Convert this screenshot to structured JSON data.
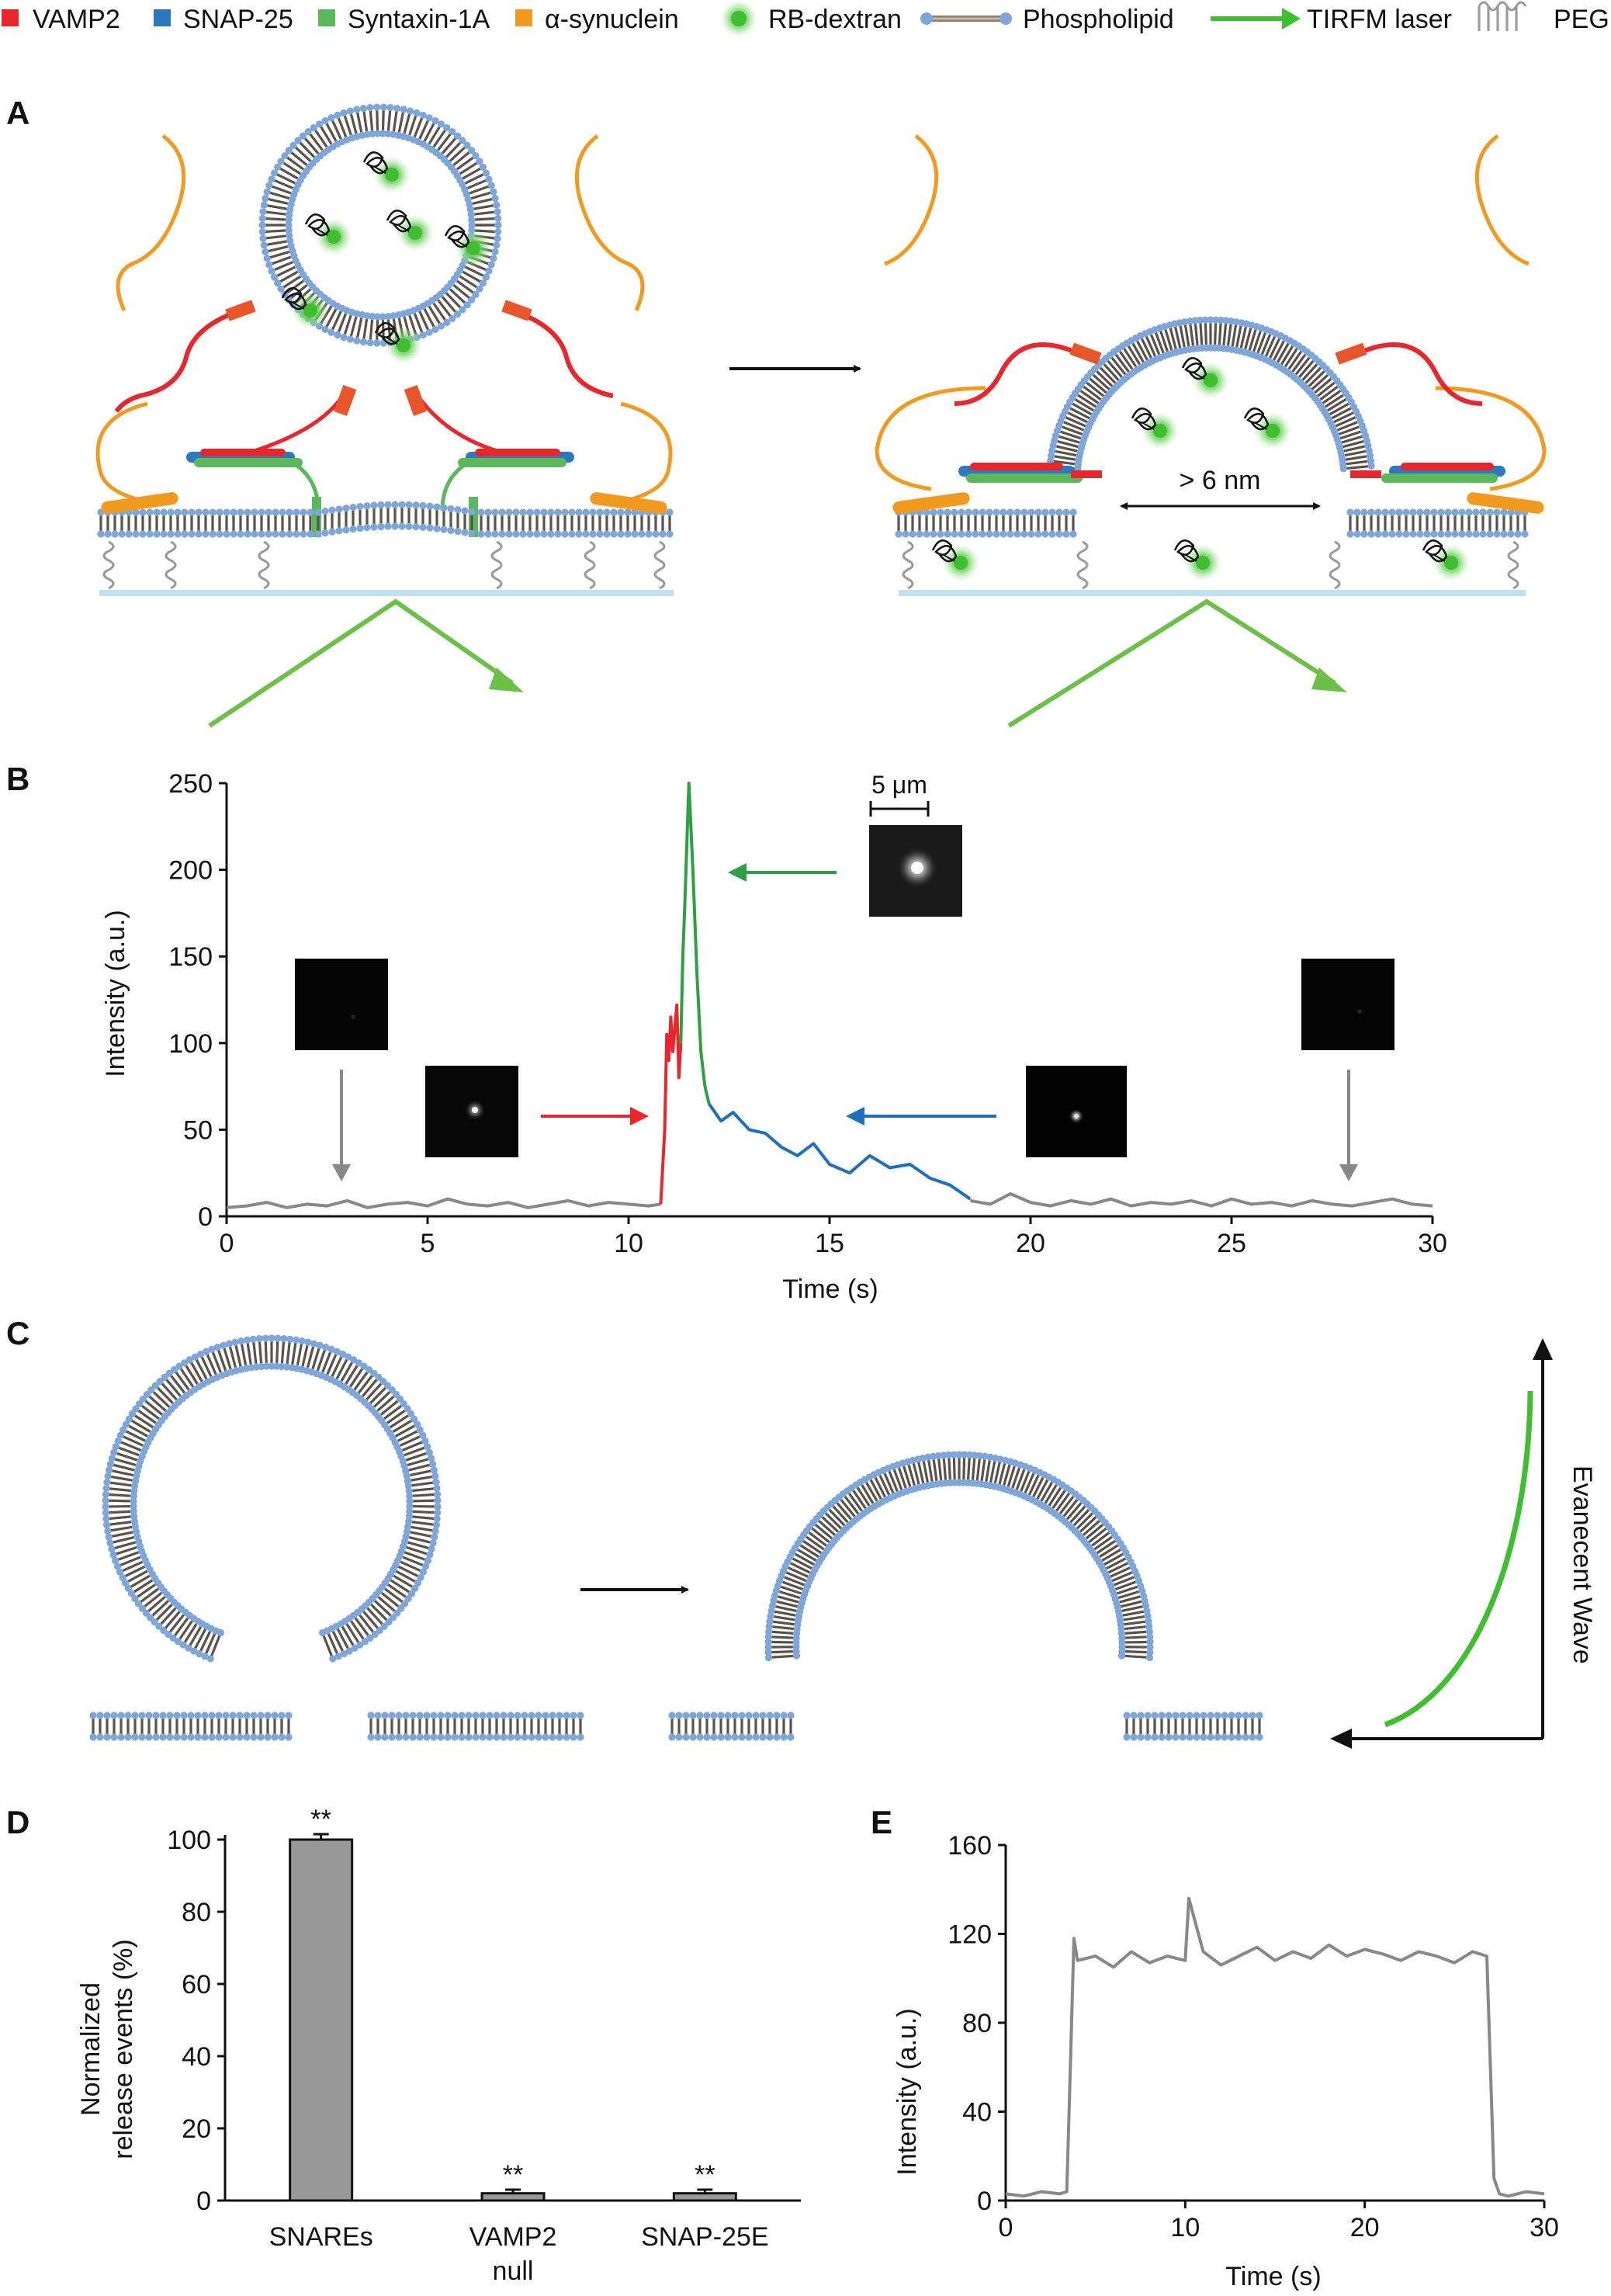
{
  "legend": {
    "items": [
      {
        "label": "VAMP2",
        "color": "#e8262b",
        "icon": "square"
      },
      {
        "label": "SNAP-25",
        "color": "#2f77bf",
        "icon": "square"
      },
      {
        "label": "Syntaxin-1A",
        "color": "#5cb85c",
        "icon": "square"
      },
      {
        "label": "α-synuclein",
        "color": "#f29a1f",
        "icon": "square"
      },
      {
        "label": "RB-dextran",
        "color": "#4cbf3a",
        "icon": "glow-dot"
      },
      {
        "label": "Phospholipid",
        "color": "#7fa6d8",
        "icon": "lipid"
      },
      {
        "label": "TIRFM laser",
        "color": "#4cbf3a",
        "icon": "arrow"
      },
      {
        "label": "PEG",
        "color": "#888888",
        "icon": "coil"
      }
    ]
  },
  "panels": {
    "A": {
      "label": "A",
      "pore_annotation": "> 6 nm"
    },
    "B": {
      "label": "B",
      "scale_bar": "5 μm",
      "chart_data": {
        "type": "line",
        "xlabel": "Time (s)",
        "ylabel": "Intensity (a.u.)",
        "xlim": [
          0,
          30
        ],
        "ylim": [
          0,
          250
        ],
        "xticks": [
          0,
          5,
          10,
          15,
          20,
          25,
          30
        ],
        "yticks": [
          0,
          50,
          100,
          150,
          200,
          250
        ],
        "series": [
          {
            "segment": "baseline-before",
            "color": "#888888",
            "x": [
              0,
              0.5,
              1,
              1.5,
              2,
              2.5,
              3,
              3.5,
              4,
              4.5,
              5,
              5.5,
              6,
              6.5,
              7,
              7.5,
              8,
              8.5,
              9,
              9.5,
              10,
              10.5,
              10.8
            ],
            "y": [
              5,
              6,
              8,
              5,
              7,
              6,
              9,
              5,
              7,
              8,
              6,
              10,
              7,
              6,
              8,
              5,
              7,
              9,
              6,
              8,
              7,
              6,
              7
            ]
          },
          {
            "segment": "docking",
            "color": "#e8262b",
            "x": [
              10.8,
              10.9,
              10.95,
              11.0,
              11.05,
              11.1,
              11.2,
              11.25,
              11.3
            ],
            "y": [
              7,
              50,
              105,
              90,
              115,
              95,
              122,
              80,
              100
            ]
          },
          {
            "segment": "fusion-peak",
            "color": "#2ea043",
            "x": [
              11.3,
              11.35,
              11.4,
              11.5,
              11.6,
              11.7,
              11.8,
              11.9,
              12.0
            ],
            "y": [
              100,
              150,
              180,
              250,
              200,
              140,
              95,
              75,
              65
            ]
          },
          {
            "segment": "release-decay",
            "color": "#1f6fc0",
            "x": [
              12.0,
              12.3,
              12.6,
              13.0,
              13.4,
              13.8,
              14.2,
              14.6,
              15.0,
              15.5,
              16.0,
              16.5,
              17.0,
              17.5,
              18.0,
              18.5
            ],
            "y": [
              65,
              55,
              60,
              50,
              48,
              40,
              35,
              42,
              30,
              25,
              35,
              28,
              30,
              22,
              18,
              10
            ]
          },
          {
            "segment": "baseline-after",
            "color": "#888888",
            "x": [
              18.5,
              19,
              19.5,
              20,
              20.5,
              21,
              21.5,
              22,
              22.5,
              23,
              23.5,
              24,
              24.5,
              25,
              25.5,
              26,
              26.5,
              27,
              27.5,
              28,
              28.5,
              29,
              29.5,
              30
            ],
            "y": [
              9,
              7,
              13,
              8,
              6,
              9,
              7,
              10,
              6,
              8,
              7,
              9,
              6,
              10,
              7,
              8,
              6,
              9,
              7,
              6,
              8,
              10,
              7,
              6
            ]
          }
        ]
      }
    },
    "C": {
      "label": "C",
      "wave_label": "Evanecent Wave"
    },
    "D": {
      "label": "D",
      "chart_data": {
        "type": "bar",
        "categories": [
          "SNAREs",
          "VAMP2 null",
          "SNAP-25E"
        ],
        "category_lines": [
          [
            "SNAREs"
          ],
          [
            "VAMP2",
            "null"
          ],
          [
            "SNAP-25E"
          ]
        ],
        "values": [
          100,
          2,
          2
        ],
        "errors": [
          1.5,
          1,
          1
        ],
        "significance": [
          "**",
          "**",
          "**"
        ],
        "ylabel_lines": [
          "Normalized",
          "release events (%)"
        ],
        "ylim": [
          0,
          100
        ],
        "yticks": [
          0,
          20,
          40,
          60,
          80,
          100
        ],
        "bar_color": "#999999"
      }
    },
    "E": {
      "label": "E",
      "chart_data": {
        "type": "line",
        "xlabel": "Time (s)",
        "ylabel": "Intensity (a.u.)",
        "xlim": [
          0,
          30
        ],
        "ylim": [
          0,
          160
        ],
        "xticks": [
          0,
          10,
          20,
          30
        ],
        "yticks": [
          0,
          40,
          80,
          120,
          160
        ],
        "series": [
          {
            "color": "#888888",
            "x": [
              0,
              1,
              2,
              3,
              3.4,
              3.6,
              3.8,
              4,
              5,
              6,
              7,
              8,
              9,
              10,
              10.2,
              11,
              12,
              13,
              14,
              15,
              16,
              17,
              18,
              19,
              20,
              21,
              22,
              23,
              24,
              25,
              26,
              26.8,
              27.0,
              27.2,
              27.5,
              28,
              29,
              30
            ],
            "y": [
              3,
              2,
              4,
              3,
              4,
              60,
              118,
              108,
              110,
              105,
              112,
              107,
              110,
              108,
              136,
              112,
              106,
              110,
              114,
              108,
              112,
              109,
              115,
              110,
              113,
              111,
              108,
              112,
              110,
              107,
              112,
              110,
              60,
              10,
              3,
              2,
              4,
              3
            ]
          }
        ]
      }
    }
  }
}
